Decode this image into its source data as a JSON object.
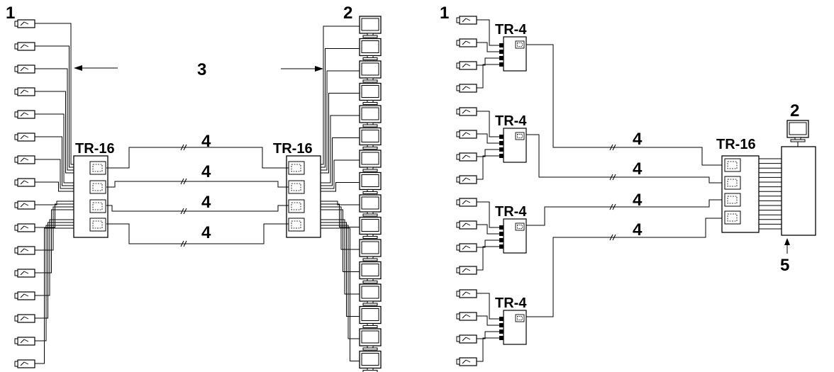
{
  "left_scheme": {
    "camera_group_label": "1",
    "monitor_group_label": "2",
    "direction_label": "3",
    "transmitter_left": "TR-16",
    "transmitter_right": "TR-16",
    "line_labels": [
      "4",
      "4",
      "4",
      "4"
    ],
    "camera_count": 16,
    "monitor_count": 16
  },
  "right_scheme": {
    "camera_group_label": "1",
    "monitor_label": "2",
    "recorder_label": "5",
    "small_transmitters": [
      "TR-4",
      "TR-4",
      "TR-4",
      "TR-4"
    ],
    "hub_transmitter": "TR-16",
    "line_labels": [
      "4",
      "4",
      "4",
      "4"
    ],
    "cameras_per_transmitter": 4
  }
}
